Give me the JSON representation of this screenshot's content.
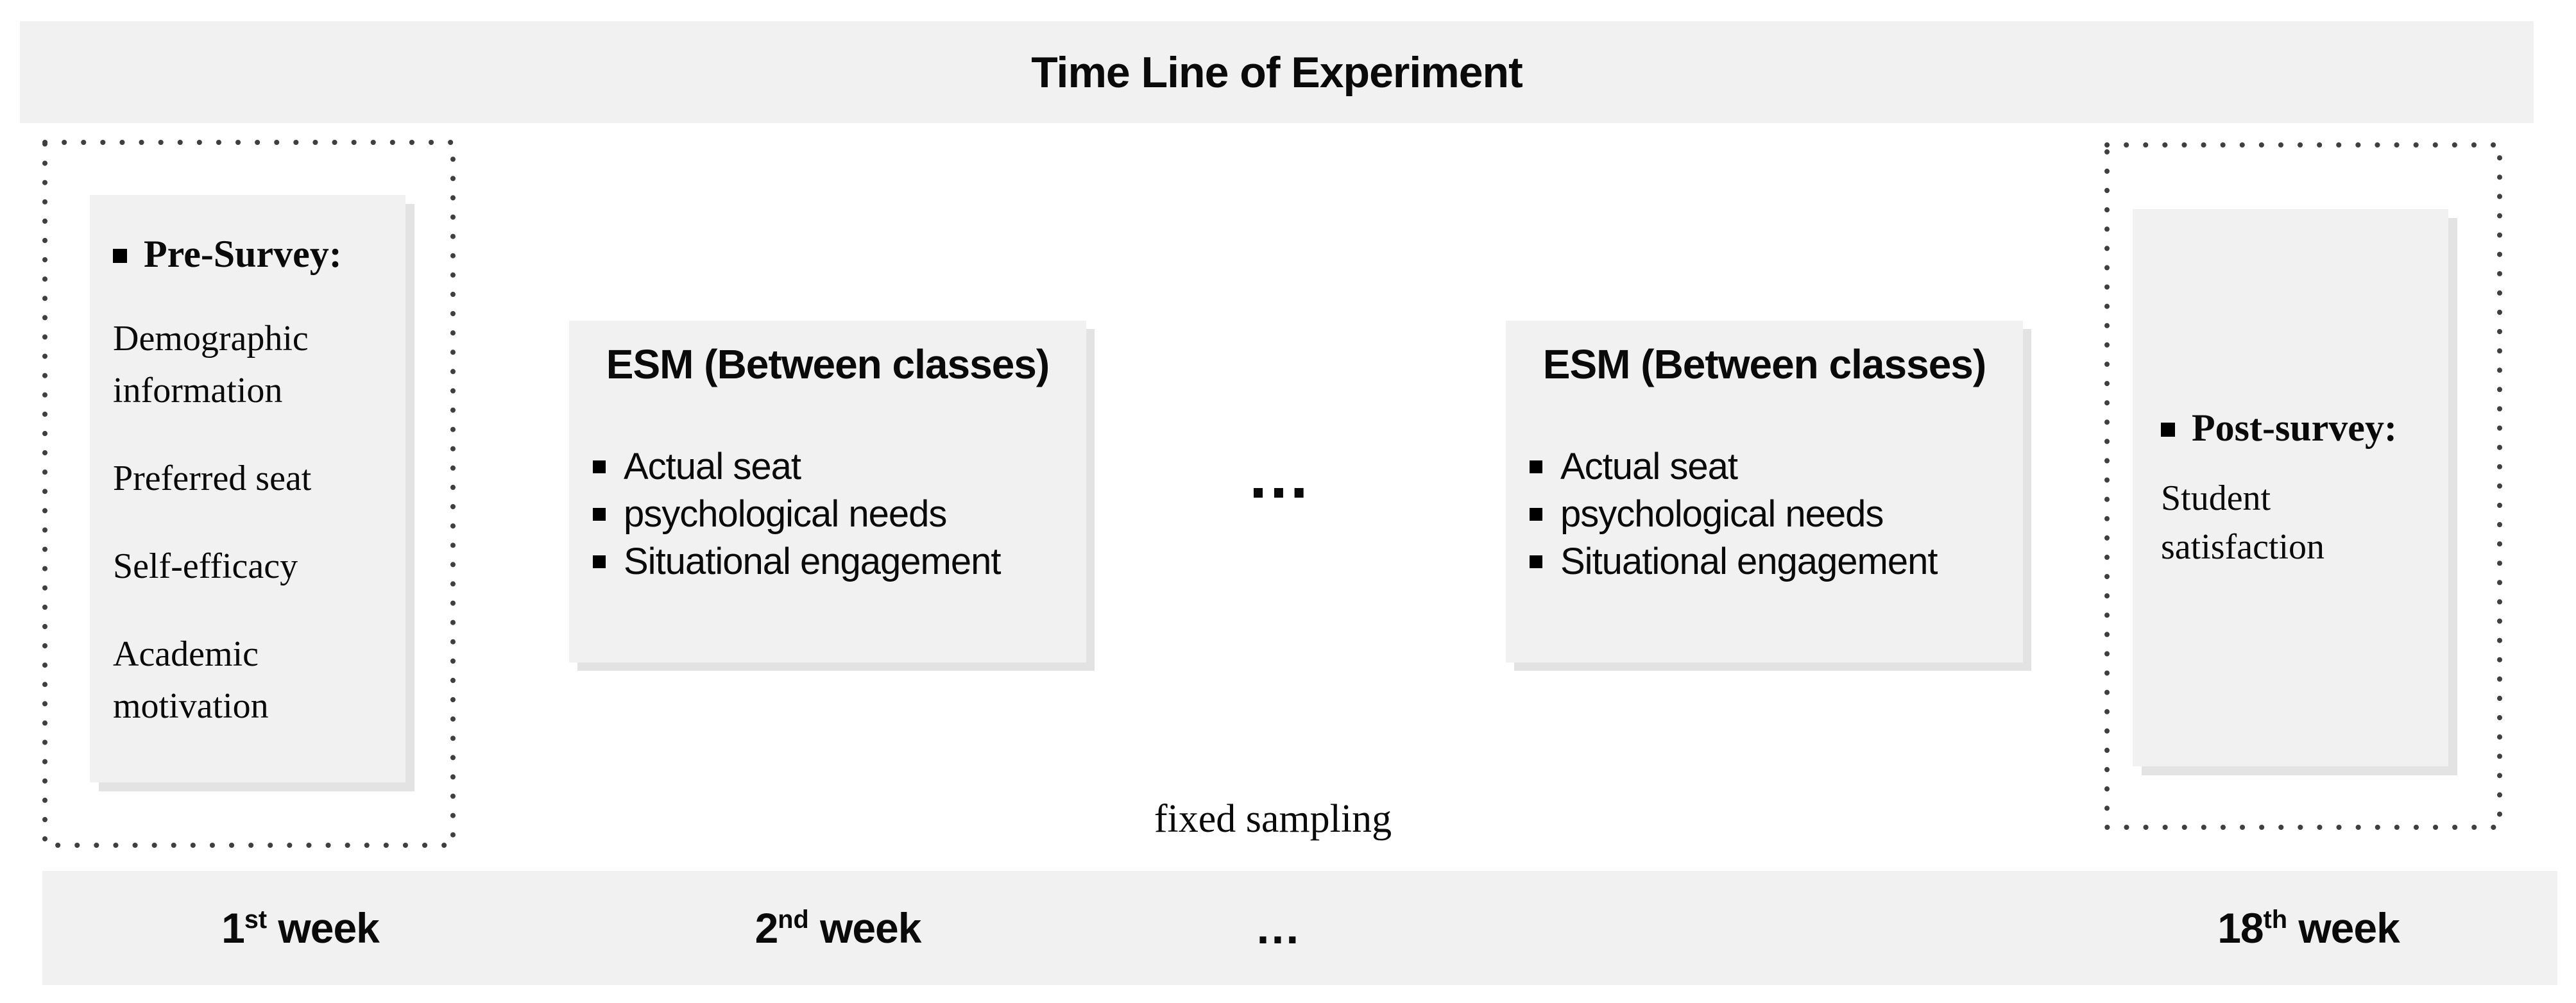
{
  "title": "Time Line of Experiment",
  "pre_survey": {
    "heading": "Pre-Survey:",
    "items": [
      "Demographic information",
      "Preferred seat",
      "Self-efficacy",
      "Academic motivation"
    ]
  },
  "esm_boxes": [
    {
      "heading": "ESM (Between classes)",
      "items": [
        "Actual seat",
        "psychological needs",
        "Situational engagement"
      ]
    },
    {
      "heading": "ESM (Between classes)",
      "items": [
        "Actual seat",
        "psychological needs",
        "Situational engagement"
      ]
    }
  ],
  "separators": {
    "between_esm": "…"
  },
  "annotations": {
    "fixed_sampling": "fixed sampling"
  },
  "post_survey": {
    "heading": "Post-survey:",
    "items": [
      "Student satisfaction"
    ]
  },
  "timeline": {
    "labels": [
      {
        "base": "1",
        "sup": "st",
        "suffix": " week"
      },
      {
        "base": "2",
        "sup": "nd",
        "suffix": " week"
      },
      {
        "base": "…"
      },
      {
        "base": "18",
        "sup": "th",
        "suffix": " week"
      }
    ]
  },
  "colors": {
    "band_bg": "#f1f1f1",
    "card_bg": "#f1f1f1",
    "card_shadow": "#e3e3e3",
    "dotted_border": "#3f3f3f",
    "text": "#0a0a0a"
  }
}
